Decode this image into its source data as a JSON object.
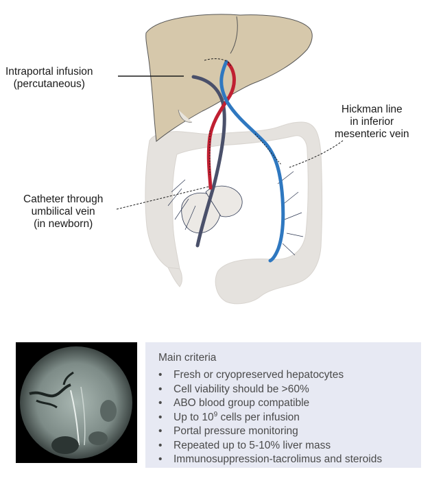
{
  "labels": {
    "intraportal_line1": "Intraportal infusion",
    "intraportal_line2": "(percutaneous)",
    "catheter_line1": "Catheter through",
    "catheter_line2": "umbilical vein",
    "catheter_line3": "(in newborn)",
    "hickman_line1": "Hickman line",
    "hickman_line2": "in inferior",
    "hickman_line3": "mesenteric vein"
  },
  "criteria": {
    "title": "Main criteria",
    "items": [
      "Fresh or cryopreserved hepatocytes",
      "Cell viability should be >60%",
      "ABO blood group compatible",
      "Up to 10",
      "Portal pressure monitoring",
      "Repeated up to 5-10% liver mass",
      "Immunosuppression-tacrolimus and steroids"
    ],
    "item4_exponent": "9",
    "item4_suffix": " cells per infusion"
  },
  "colors": {
    "liver": "#d6c8ab",
    "liver_outline": "#555555",
    "intestine": "#e5e2de",
    "portal_catheter": "#4a506a",
    "umbilical_catheter": "#c02032",
    "hickman_catheter": "#2f78c0",
    "panel_background": "#e7e9f3"
  }
}
